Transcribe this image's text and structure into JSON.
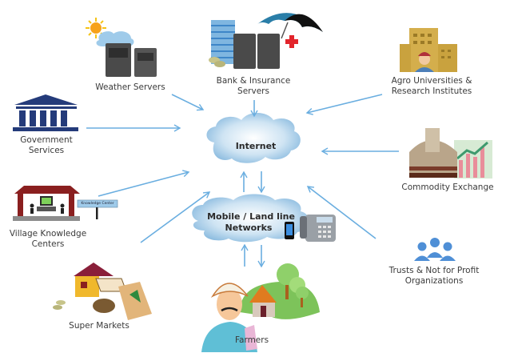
{
  "diagram": {
    "center": {
      "internet": "Internet",
      "mobile_line1": "Mobile / Land line",
      "mobile_line2": "Networks"
    },
    "nodes": {
      "weather": "Weather Servers",
      "bank_line1": "Bank & Insurance",
      "bank_line2": "Servers",
      "agro_line1": "Agro Universities &",
      "agro_line2": "Research Institutes",
      "gov_line1": "Government",
      "gov_line2": "Services",
      "commodity": "Commodity Exchange",
      "village_line1": "Village Knowledge",
      "village_line2": "Centers",
      "village_sign": "Knowledge Center",
      "trusts_line1": "Trusts  & Not for Profit",
      "trusts_line2": "Organizations",
      "supermarkets": "Super Markets",
      "farmers": "Farmers"
    },
    "colors": {
      "arrow": "#6aaee0",
      "cloud": "#a9cfe9",
      "text": "#3a3a3a"
    }
  }
}
